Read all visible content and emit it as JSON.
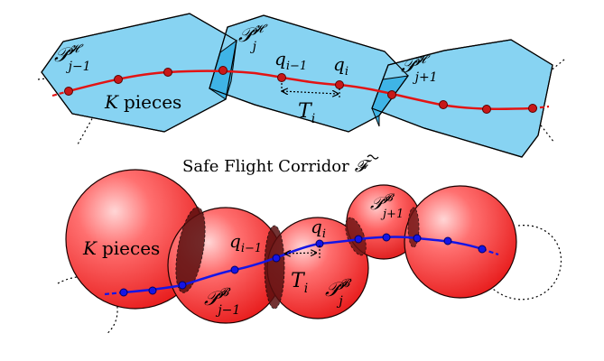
{
  "corridor_caption": "Safe Flight Corridor",
  "corridor_symbol": "𝓕",
  "top": {
    "labels": {
      "poly_prev_P": "𝒫",
      "poly_prev_sup": "𝓗",
      "poly_prev_sub": "j−1",
      "poly_cur_P": "𝒫",
      "poly_cur_sup": "𝓗",
      "poly_cur_sub": "j",
      "poly_next_P": "𝒫",
      "poly_next_sup": "𝓗",
      "poly_next_sub": "j+1",
      "q_prev": "q",
      "q_prev_sub": "i−1",
      "q_cur": "q",
      "q_cur_sub": "i",
      "T": "T",
      "T_sub": "i",
      "pieces_K": "K",
      "pieces_word": "pieces"
    }
  },
  "bottom": {
    "labels": {
      "ball_prev_P": "𝒫",
      "ball_prev_sup": "𝓑",
      "ball_prev_sub": "j−1",
      "ball_cur_P": "𝒫",
      "ball_cur_sup": "𝓑",
      "ball_cur_sub": "j",
      "ball_next_P": "𝒫",
      "ball_next_sup": "𝓑",
      "ball_next_sub": "j+1",
      "q_prev": "q",
      "q_prev_sub": "i−1",
      "q_cur": "q",
      "q_cur_sub": "i",
      "T": "T",
      "T_sub": "i",
      "pieces_K": "K",
      "pieces_word": "pieces"
    }
  },
  "colors": {
    "polytope_fill": "#87d3f2",
    "polytope_overlap": "#3fb4e6",
    "trajectory_top": "#e31414",
    "waypoint_top": "#c81818",
    "ball_fill": "#f53c3c",
    "ball_edge": "#2a0a0a",
    "trajectory_bottom": "#1515e6",
    "waypoint_bottom": "#1515e6"
  }
}
